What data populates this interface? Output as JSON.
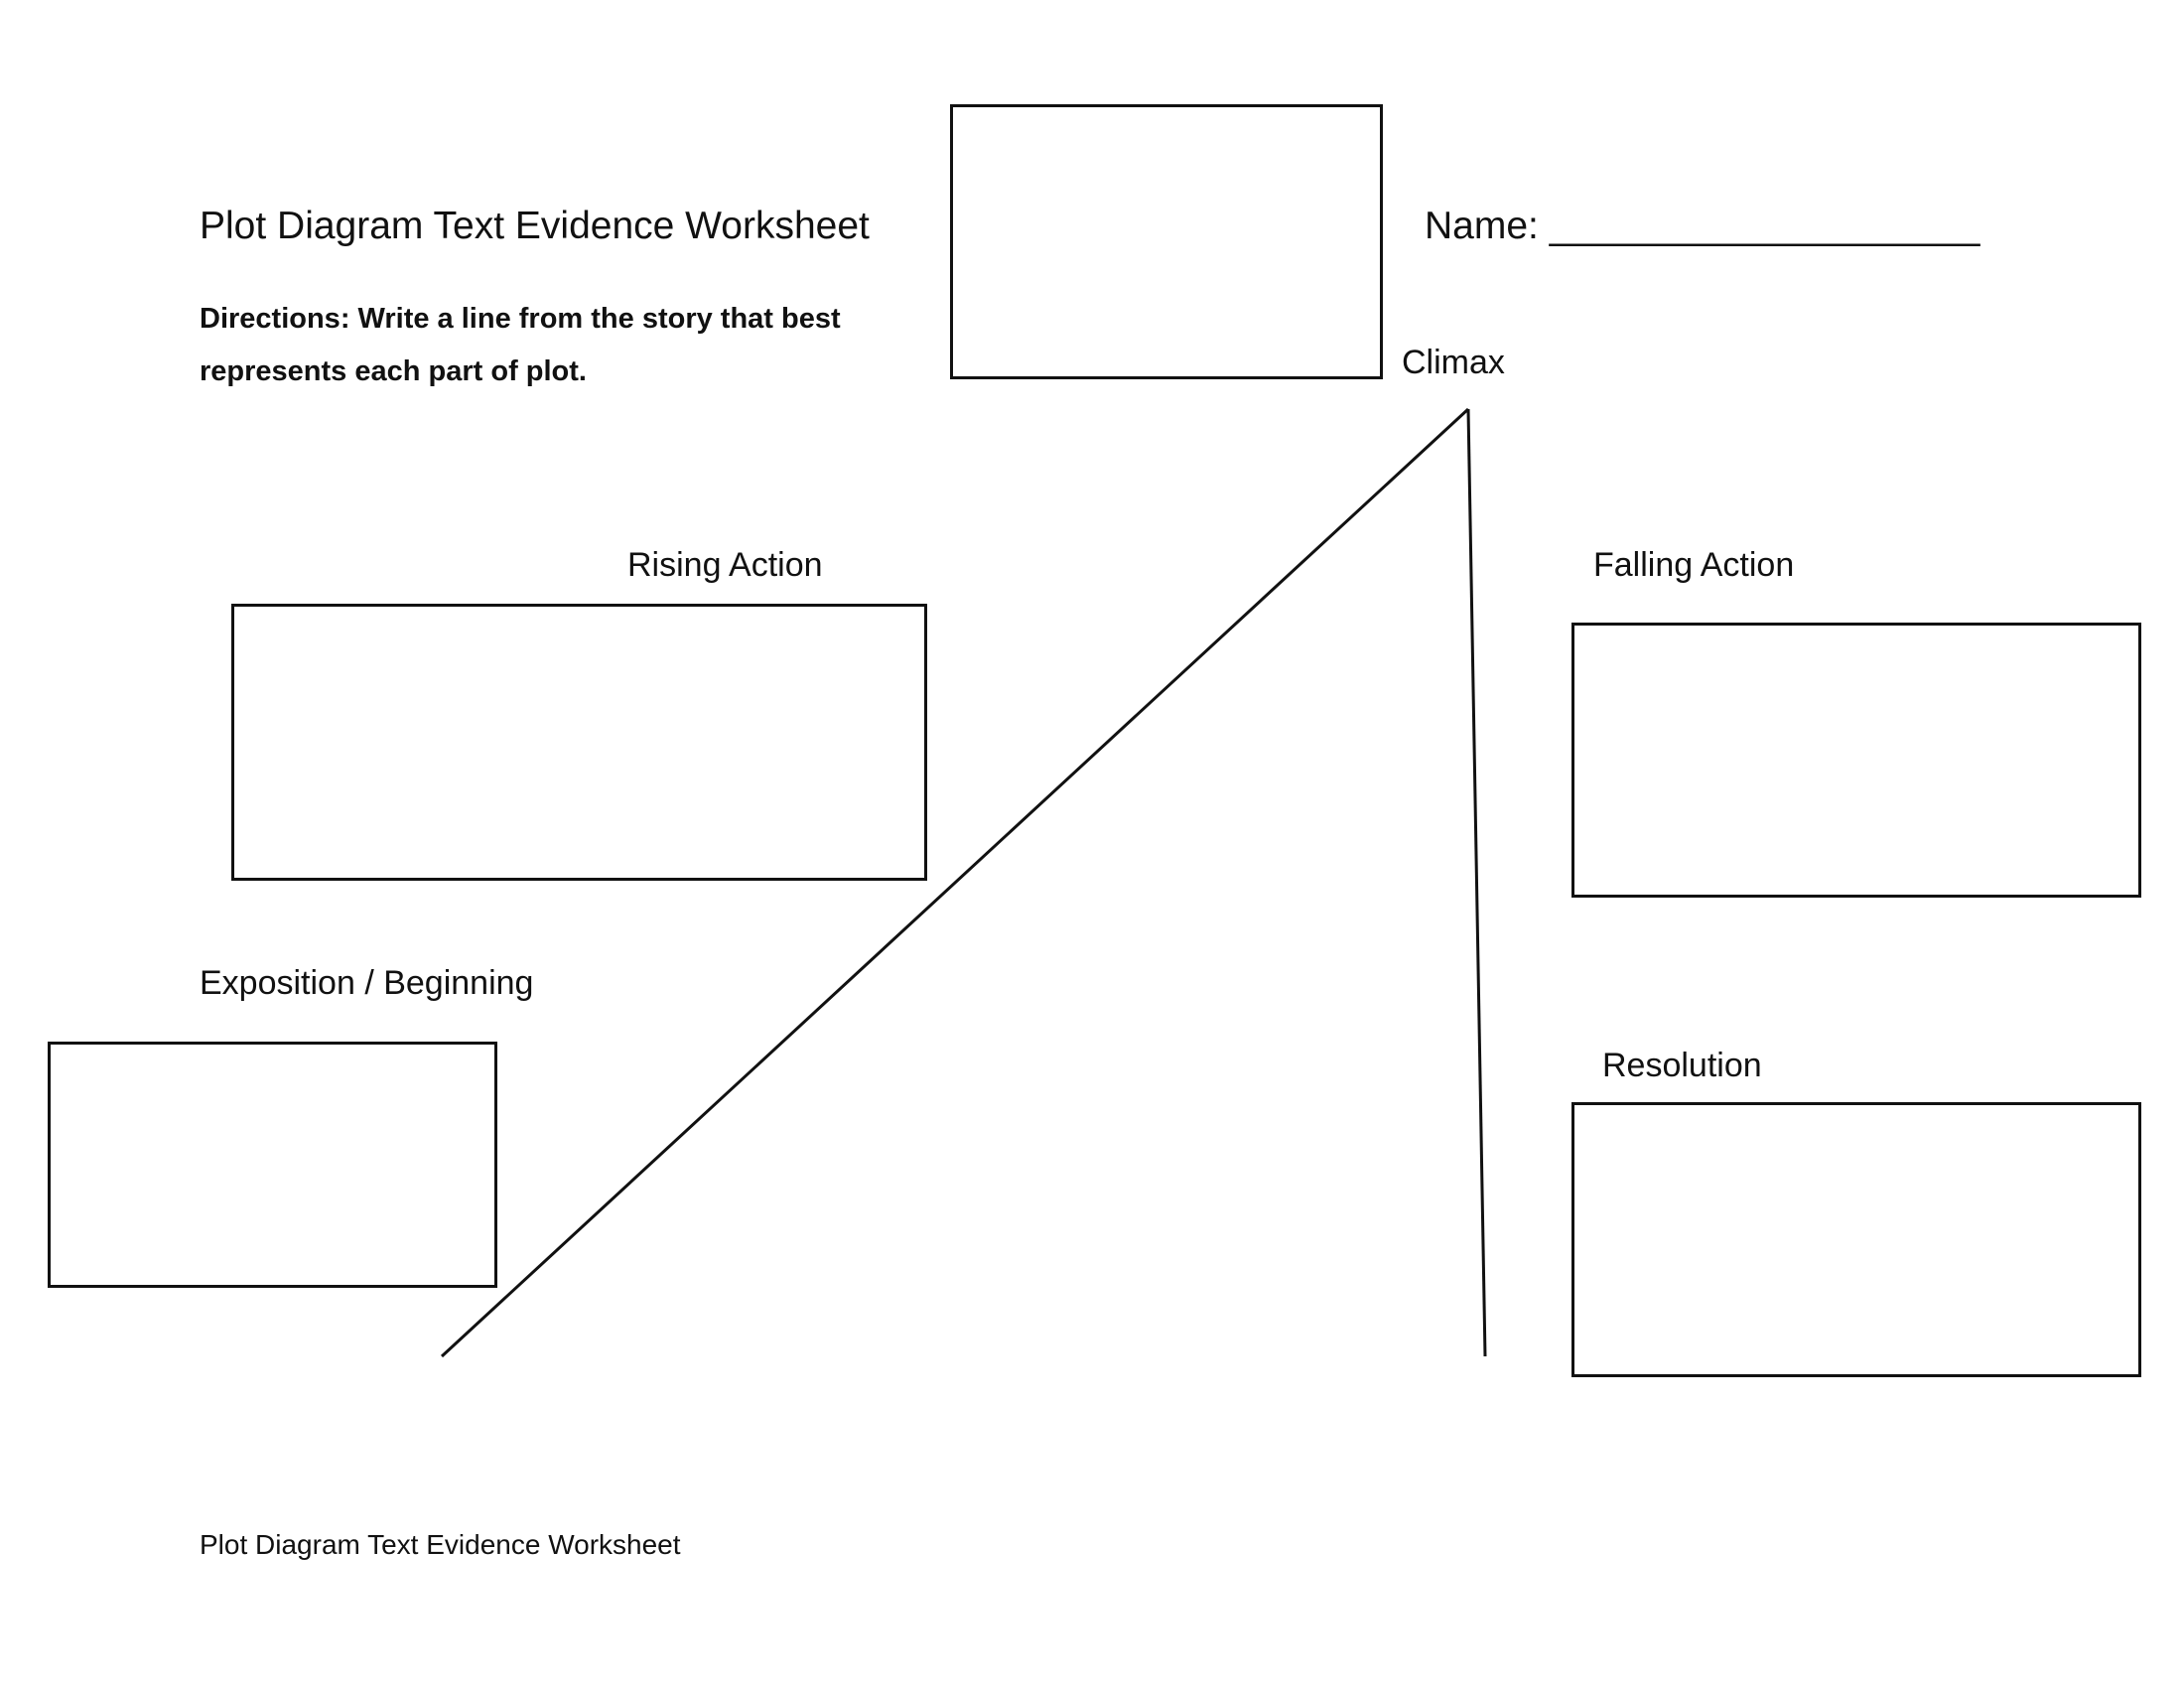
{
  "header": {
    "title": "Plot Diagram Text Evidence Worksheet",
    "name_label": "Name: ____________________"
  },
  "directions": {
    "line1": "Directions: Write a line from the story that best",
    "line2": "represents each part of plot."
  },
  "plot": {
    "climax": "Climax",
    "rising_action": "Rising Action",
    "falling_action": "Falling Action",
    "exposition": "Exposition / Beginning",
    "resolution": "Resolution"
  },
  "footer": {
    "text": "Plot Diagram Text Evidence Worksheet"
  }
}
